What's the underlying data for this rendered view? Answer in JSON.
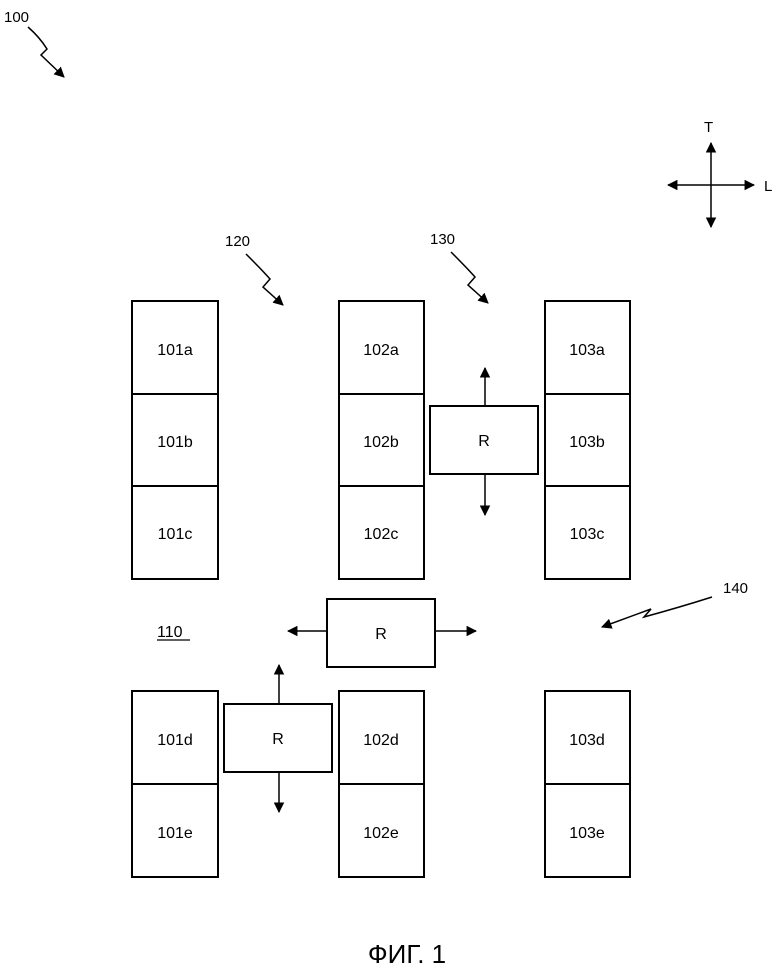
{
  "figure": {
    "ref_main": "100",
    "ref_aisle_1": "120",
    "ref_aisle_2": "130",
    "ref_cross_aisle": "140",
    "area_label": "110",
    "axis_t": "T",
    "axis_l": "L",
    "caption": "ФИГ. 1",
    "robot_label": "R",
    "columns": [
      {
        "id": "col-101",
        "cells": [
          "101a",
          "101b",
          "101c",
          "101d",
          "101e"
        ]
      },
      {
        "id": "col-102",
        "cells": [
          "102a",
          "102b",
          "102c",
          "102d",
          "102e"
        ]
      },
      {
        "id": "col-103",
        "cells": [
          "103a",
          "103b",
          "103c",
          "103d",
          "103e"
        ]
      }
    ]
  }
}
